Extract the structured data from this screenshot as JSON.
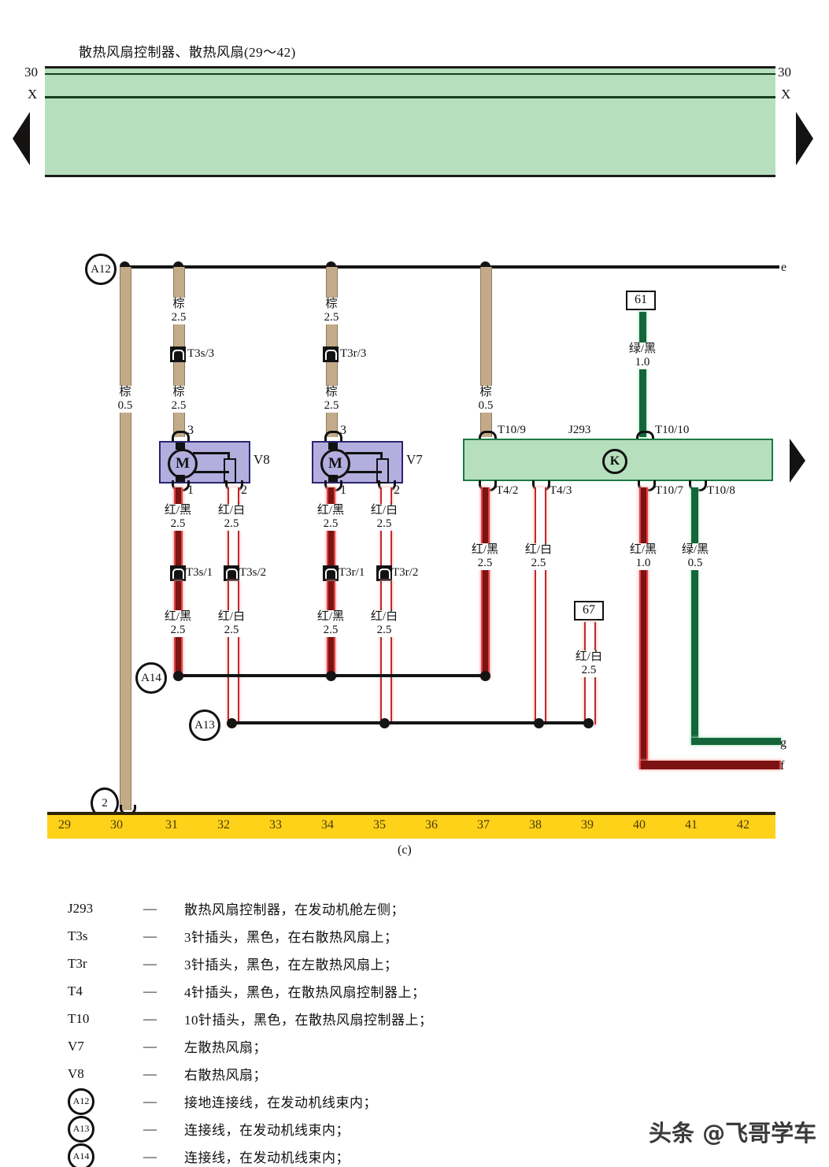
{
  "diagram": {
    "title": "散热风扇控制器、散热风扇(29～42)",
    "figure_label": "(c)",
    "top_band": {
      "label_30_left": "30",
      "label_x_left": "X",
      "label_30_right": "30",
      "label_x_right": "X"
    },
    "bus_refs": {
      "a12": "A12",
      "a13": "A13",
      "a14": "A14",
      "ground_2": "2"
    },
    "end_labels": {
      "e": "e",
      "f": "f",
      "g": "g"
    },
    "num_boxes": {
      "b61": "61",
      "b67": "67"
    },
    "controller": {
      "name": "J293",
      "symbol": "K",
      "pins_top": [
        "T10/9",
        "T10/10"
      ],
      "pins_bottom": [
        "T4/2",
        "T4/3",
        "T10/7",
        "T10/8"
      ]
    },
    "fans": [
      {
        "name": "V8",
        "symbol": "M",
        "pins": [
          "3",
          "1",
          "2"
        ]
      },
      {
        "name": "V7",
        "symbol": "M",
        "pins": [
          "3",
          "1",
          "2"
        ]
      }
    ],
    "plugs": [
      {
        "id": "p-t3s-3",
        "label": "T3s/3"
      },
      {
        "id": "p-t3r-3",
        "label": "T3r/3"
      },
      {
        "id": "p-t3s-1",
        "label": "T3s/1"
      },
      {
        "id": "p-t3s-2",
        "label": "T3s/2"
      },
      {
        "id": "p-t3r-1",
        "label": "T3r/1"
      },
      {
        "id": "p-t3r-2",
        "label": "T3r/2"
      }
    ],
    "wire_labels": [
      {
        "id": "w-brown-05-left",
        "color": "棕",
        "size": "0.5"
      },
      {
        "id": "w-brown-25-a-top",
        "color": "棕",
        "size": "2.5"
      },
      {
        "id": "w-brown-25-a-bot",
        "color": "棕",
        "size": "2.5"
      },
      {
        "id": "w-brown-25-b-top",
        "color": "棕",
        "size": "2.5"
      },
      {
        "id": "w-brown-25-b-bot",
        "color": "棕",
        "size": "2.5"
      },
      {
        "id": "w-brown-05-ctrl",
        "color": "棕",
        "size": "0.5"
      },
      {
        "id": "w-gb-10",
        "color": "绿/黑",
        "size": "1.0"
      },
      {
        "id": "w-v8-rb-top",
        "color": "红/黑",
        "size": "2.5"
      },
      {
        "id": "w-v8-rw-top",
        "color": "红/白",
        "size": "2.5"
      },
      {
        "id": "w-v7-rb-top",
        "color": "红/黑",
        "size": "2.5"
      },
      {
        "id": "w-v7-rw-top",
        "color": "红/白",
        "size": "2.5"
      },
      {
        "id": "w-v8-rb-bot",
        "color": "红/黑",
        "size": "2.5"
      },
      {
        "id": "w-v8-rw-bot",
        "color": "红/白",
        "size": "2.5"
      },
      {
        "id": "w-v7-rb-bot",
        "color": "红/黑",
        "size": "2.5"
      },
      {
        "id": "w-v7-rw-bot",
        "color": "红/白",
        "size": "2.5"
      },
      {
        "id": "w-t42-rb",
        "color": "红/黑",
        "size": "2.5"
      },
      {
        "id": "w-t43-rw",
        "color": "红/白",
        "size": "2.5"
      },
      {
        "id": "w-67-rw",
        "color": "红/白",
        "size": "2.5"
      },
      {
        "id": "w-t107-rb",
        "color": "红/黑",
        "size": "1.0"
      },
      {
        "id": "w-t108-gb",
        "color": "绿/黑",
        "size": "0.5"
      }
    ],
    "terminal_numbers": [
      "29",
      "30",
      "31",
      "32",
      "33",
      "34",
      "35",
      "36",
      "37",
      "38",
      "39",
      "40",
      "41",
      "42"
    ],
    "colors": {
      "green_band": "#b6dfbd",
      "green_border": "#1b7a42",
      "fan_fill": "#b3aede",
      "fan_border": "#2b2470",
      "brown_wire": "#c3ab8a",
      "red_black_wire": "#7d1212",
      "red_white_wire": "#c02a2a",
      "green_black_wire": "#14663a",
      "yellow_bar": "#ffd21a"
    }
  },
  "legend": {
    "rows": [
      {
        "key": "J293",
        "dash": "—",
        "text": "散热风扇控制器，在发动机舱左侧；",
        "circle": false
      },
      {
        "key": "T3s",
        "dash": "—",
        "text": "3针插头，黑色，在右散热风扇上；",
        "circle": false
      },
      {
        "key": "T3r",
        "dash": "—",
        "text": "3针插头，黑色，在左散热风扇上；",
        "circle": false
      },
      {
        "key": "T4",
        "dash": "—",
        "text": "4针插头，黑色，在散热风扇控制器上；",
        "circle": false
      },
      {
        "key": "T10",
        "dash": "—",
        "text": "10针插头，黑色，在散热风扇控制器上；",
        "circle": false
      },
      {
        "key": "V7",
        "dash": "—",
        "text": "左散热风扇；",
        "circle": false
      },
      {
        "key": "V8",
        "dash": "—",
        "text": "右散热风扇；",
        "circle": false
      },
      {
        "key": "A12",
        "dash": "—",
        "text": "接地连接线，在发动机线束内；",
        "circle": true
      },
      {
        "key": "A13",
        "dash": "—",
        "text": "连接线，在发动机线束内；",
        "circle": true
      },
      {
        "key": "A14",
        "dash": "—",
        "text": "连接线，在发动机线束内；",
        "circle": true
      }
    ]
  },
  "watermark": "头条 @飞哥学车"
}
